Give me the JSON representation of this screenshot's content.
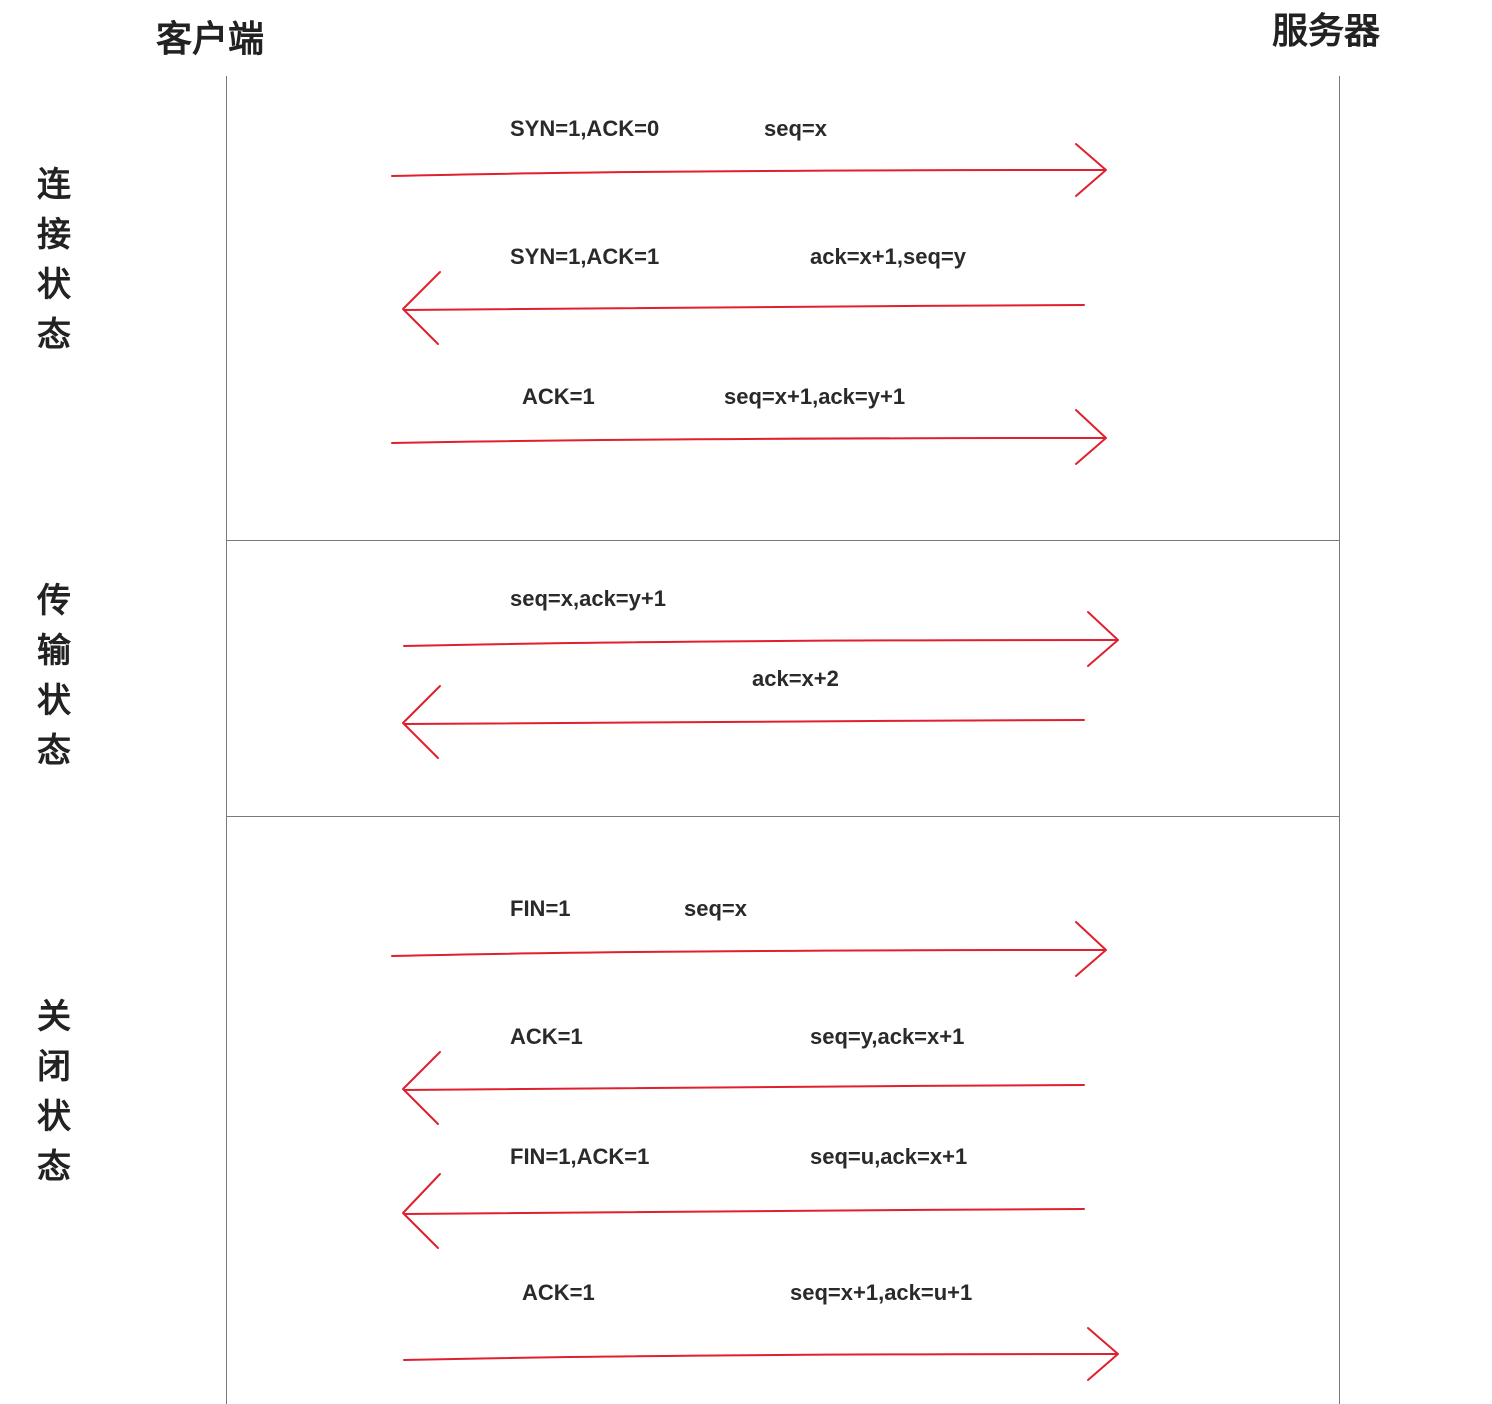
{
  "parties": {
    "client": "客户端",
    "server": "服务器"
  },
  "phases": {
    "connect": "连接状态",
    "transfer": "传输状态",
    "close": "关闭状态"
  },
  "colors": {
    "arrow": "#e0202e",
    "line": "#7a7a7a",
    "text": "#222222"
  },
  "messages": [
    {
      "direction": "client-to-server",
      "flags": "SYN=1,ACK=0",
      "numbers": "seq=x"
    },
    {
      "direction": "server-to-client",
      "flags": "SYN=1,ACK=1",
      "numbers": "ack=x+1,seq=y"
    },
    {
      "direction": "client-to-server",
      "flags": "ACK=1",
      "numbers": "seq=x+1,ack=y+1"
    },
    {
      "direction": "client-to-server",
      "flags": "",
      "numbers": "seq=x,ack=y+1"
    },
    {
      "direction": "server-to-client",
      "flags": "",
      "numbers": "ack=x+2"
    },
    {
      "direction": "client-to-server",
      "flags": "FIN=1",
      "numbers": "seq=x"
    },
    {
      "direction": "server-to-client",
      "flags": "ACK=1",
      "numbers": "seq=y,ack=x+1"
    },
    {
      "direction": "server-to-client",
      "flags": "FIN=1,ACK=1",
      "numbers": "seq=u,ack=x+1"
    },
    {
      "direction": "client-to-server",
      "flags": "ACK=1",
      "numbers": "seq=x+1,ack=u+1"
    }
  ]
}
